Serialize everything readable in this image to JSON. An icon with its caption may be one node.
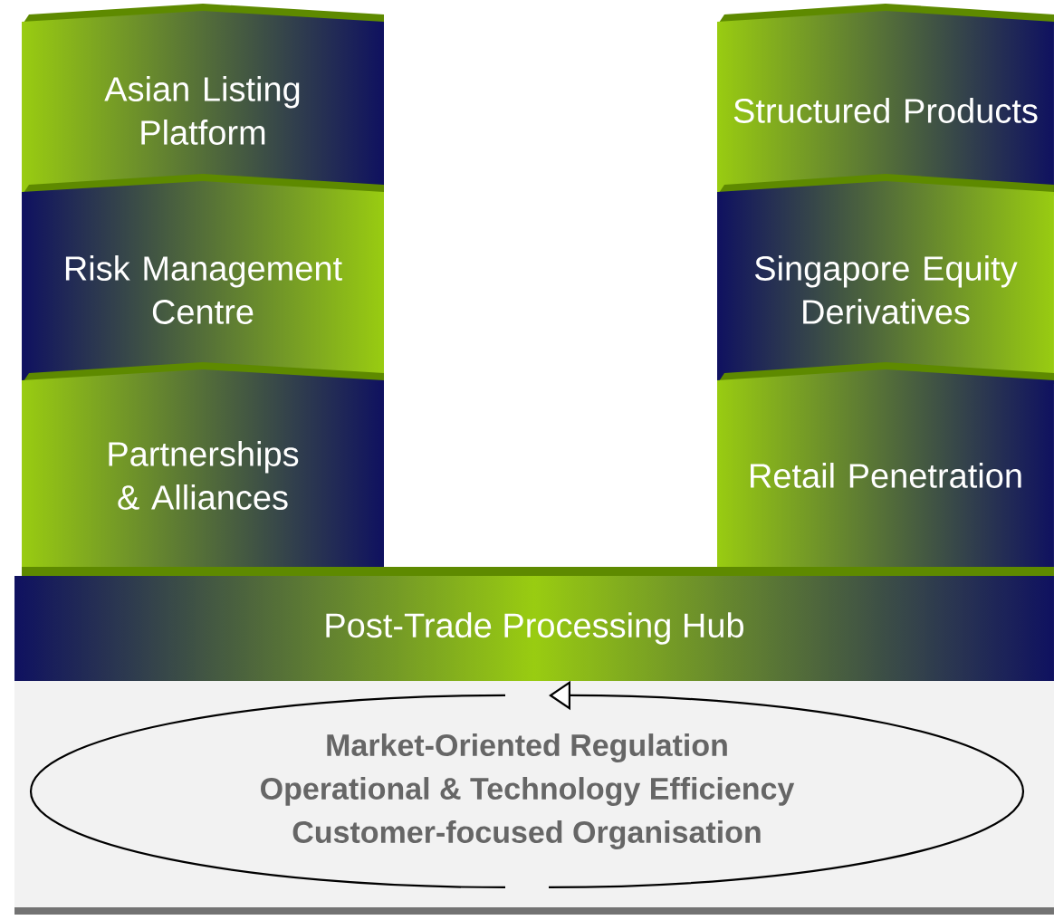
{
  "diagram": {
    "nodes": [
      {
        "text": [
          "Asian Listing Platform"
        ]
      },
      {
        "text": [
          "Risk Management Centre"
        ]
      },
      {
        "text": [
          "Partnerships & Alliances"
        ]
      },
      {
        "text": [
          "Structured Products"
        ]
      },
      {
        "text": [
          "Singapore Equity Derivatives"
        ]
      },
      {
        "text": [
          "Retail Penetration"
        ]
      },
      {
        "text": [
          "Post-Trade Processing Hub"
        ]
      },
      {
        "text": [
          "Market-Oriented Regulation",
          "Operational & Technology Efficiency",
          "Customer-focused Organisation"
        ]
      }
    ]
  }
}
